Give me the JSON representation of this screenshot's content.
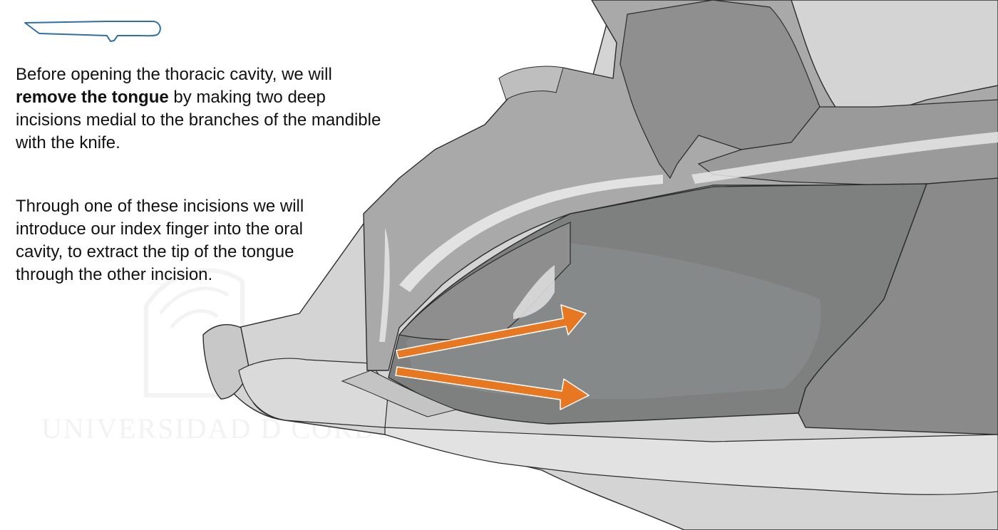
{
  "instructions": {
    "para1_before": "Before opening the thoracic cavity, we will",
    "para1_bold": "remove the tongue",
    "para1_after": "by making two deep incisions medial to the branches of the mandible with the knife.",
    "para2": "Through one of these incisions we will introduce our index finger into the oral cavity, to extract the tip of the tongue through the other incision."
  },
  "watermark": {
    "text": "UNIVERSIDAD D CORDOBA"
  },
  "icons": {
    "tool": "knife-icon"
  },
  "colors": {
    "arrow": "#E87722",
    "knife_outline": "#2E6FA8",
    "text": "#111111",
    "tissue_light": "#D4D4D4",
    "tissue_mid": "#A9A9A9",
    "tissue_dark": "#7E8080"
  }
}
